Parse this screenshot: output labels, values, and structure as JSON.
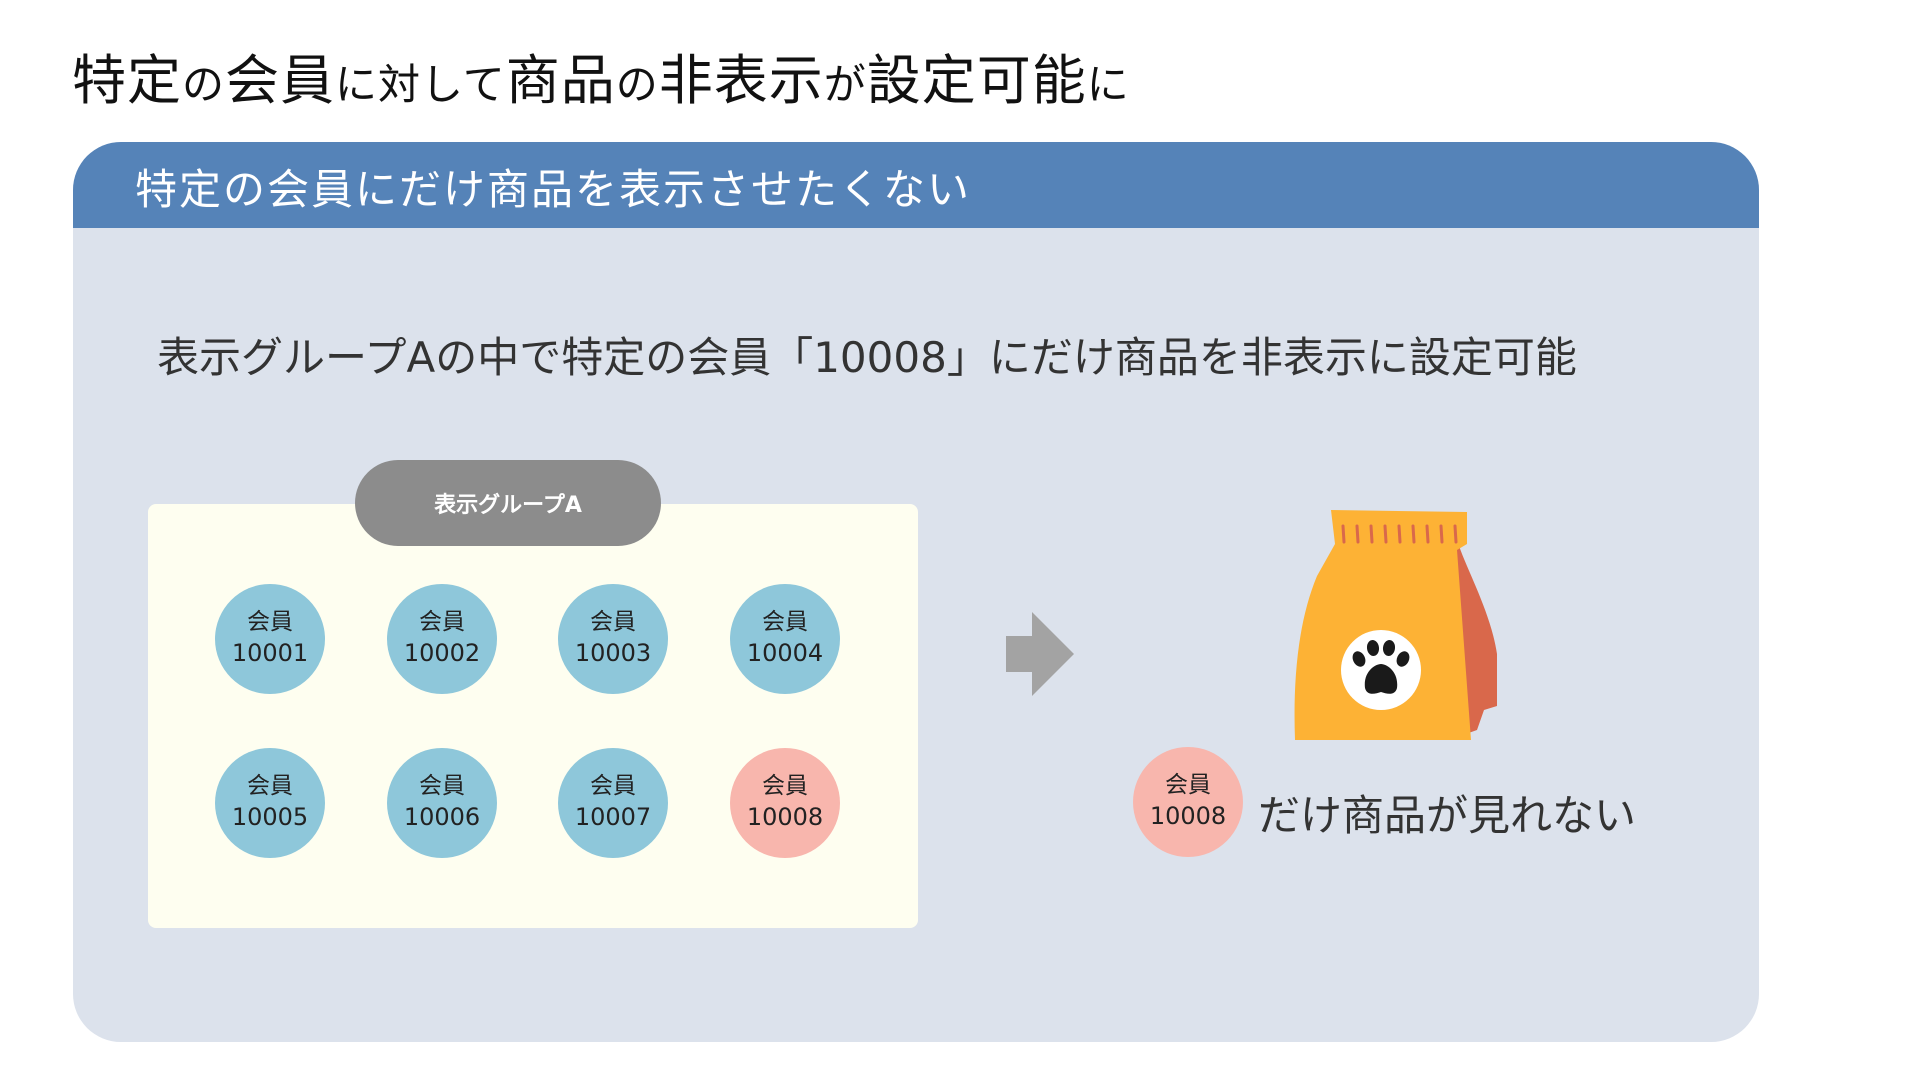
{
  "title": {
    "part1": "特定",
    "part2": "の",
    "part3": "会員",
    "part4": "に対して",
    "part5": "商品",
    "part6": "の",
    "part7": "非表示",
    "part8": "が",
    "part9": "設定可能",
    "part10": "に"
  },
  "panel": {
    "header_title": "特定の会員にだけ商品を表示させたくない",
    "description": "表示グループAの中で特定の会員「10008」にだけ商品を非表示に設定可能",
    "group_label": "表示グループA",
    "members": [
      {
        "label": "会員",
        "id": "10001",
        "highlighted": false
      },
      {
        "label": "会員",
        "id": "10002",
        "highlighted": false
      },
      {
        "label": "会員",
        "id": "10003",
        "highlighted": false
      },
      {
        "label": "会員",
        "id": "10004",
        "highlighted": false
      },
      {
        "label": "会員",
        "id": "10005",
        "highlighted": false
      },
      {
        "label": "会員",
        "id": "10006",
        "highlighted": false
      },
      {
        "label": "会員",
        "id": "10007",
        "highlighted": false
      },
      {
        "label": "会員",
        "id": "10008",
        "highlighted": true
      }
    ],
    "result": {
      "member_label": "会員",
      "member_id": "10008",
      "text": "だけ商品が見れない"
    }
  },
  "colors": {
    "header": "#5583b8",
    "panel_bg": "#dce2ec",
    "group_bg": "#fefef0",
    "pill": "#8c8c8c",
    "member": "#8ec7da",
    "member_highlight": "#f8b6ad",
    "arrow": "#a3a3a3",
    "bag_main": "#fdb235",
    "bag_side": "#d9684b"
  },
  "icons": {
    "arrow": "right-arrow-icon",
    "product": "pet-food-bag-icon",
    "paw": "paw-icon"
  }
}
